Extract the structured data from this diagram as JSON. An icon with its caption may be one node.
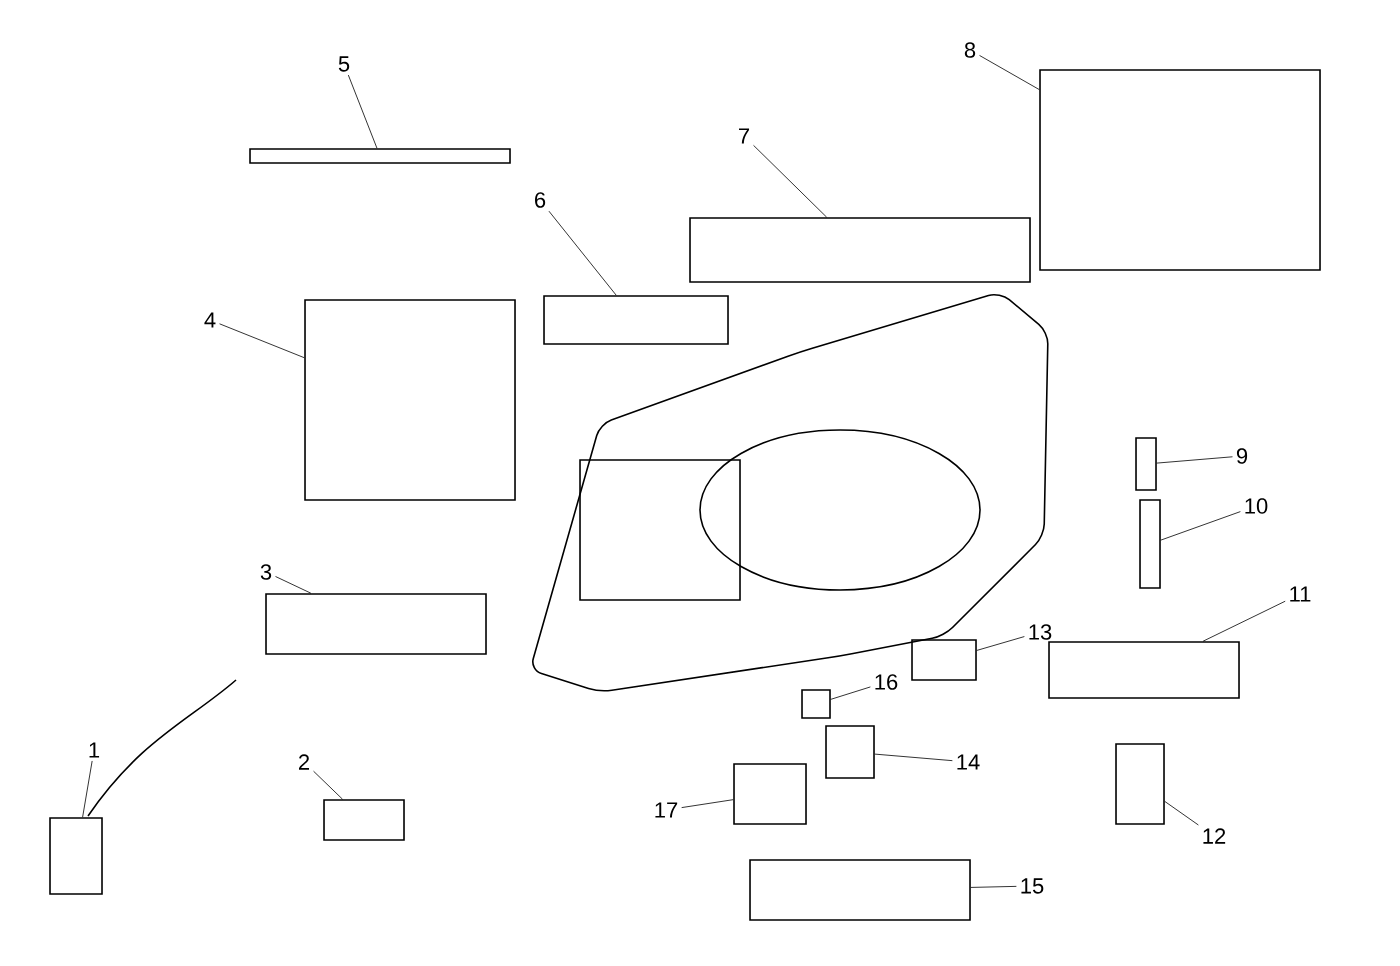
{
  "diagram": {
    "nodes": [
      {
        "text": [
          "1"
        ]
      },
      {
        "text": [
          "2"
        ]
      },
      {
        "text": [
          "3"
        ]
      },
      {
        "text": [
          "4"
        ]
      },
      {
        "text": [
          "5"
        ]
      },
      {
        "text": [
          "6"
        ]
      },
      {
        "text": [
          "7"
        ]
      },
      {
        "text": [
          "8"
        ]
      },
      {
        "text": [
          "9"
        ]
      },
      {
        "text": [
          "10"
        ]
      },
      {
        "text": [
          "11"
        ]
      },
      {
        "text": [
          "12"
        ]
      },
      {
        "text": [
          "13"
        ]
      },
      {
        "text": [
          "14"
        ]
      },
      {
        "text": [
          "15"
        ]
      },
      {
        "text": [
          "16"
        ]
      },
      {
        "text": [
          "17"
        ]
      },
      {
        "text": [],
        "shape": "box"
      },
      {
        "text": [],
        "shape": "box"
      },
      {
        "text": [],
        "shape": "box"
      },
      {
        "text": [],
        "shape": "box"
      },
      {
        "text": [],
        "shape": "box"
      },
      {
        "text": [],
        "shape": "box"
      },
      {
        "text": [],
        "shape": "box"
      },
      {
        "text": [],
        "shape": "box"
      },
      {
        "text": [],
        "shape": "box"
      },
      {
        "text": [],
        "shape": "box"
      },
      {
        "text": [],
        "shape": "box"
      },
      {
        "text": [],
        "shape": "box"
      },
      {
        "text": [],
        "shape": "box"
      },
      {
        "text": [],
        "shape": "box"
      },
      {
        "text": [],
        "shape": "box"
      },
      {
        "text": [],
        "shape": "box"
      },
      {
        "text": [],
        "shape": "box"
      }
    ],
    "edges": [
      {
        "from": 0,
        "to": 17,
        "arrow": "none"
      },
      {
        "from": 1,
        "to": 18,
        "arrow": "none"
      },
      {
        "from": 2,
        "to": 19,
        "arrow": "none"
      },
      {
        "from": 3,
        "to": 20,
        "arrow": "none"
      },
      {
        "from": 4,
        "to": 21,
        "arrow": "none"
      },
      {
        "from": 5,
        "to": 22,
        "arrow": "none"
      },
      {
        "from": 6,
        "to": 23,
        "arrow": "none"
      },
      {
        "from": 7,
        "to": 24,
        "arrow": "none"
      },
      {
        "from": 8,
        "to": 25,
        "arrow": "none"
      },
      {
        "from": 9,
        "to": 26,
        "arrow": "none"
      },
      {
        "from": 10,
        "to": 27,
        "arrow": "none"
      },
      {
        "from": 11,
        "to": 28,
        "arrow": "none"
      },
      {
        "from": 12,
        "to": 29,
        "arrow": "none"
      },
      {
        "from": 13,
        "to": 30,
        "arrow": "none"
      },
      {
        "from": 14,
        "to": 31,
        "arrow": "none"
      },
      {
        "from": 15,
        "to": 32,
        "arrow": "none"
      },
      {
        "from": 16,
        "to": 33,
        "arrow": "none"
      }
    ]
  }
}
